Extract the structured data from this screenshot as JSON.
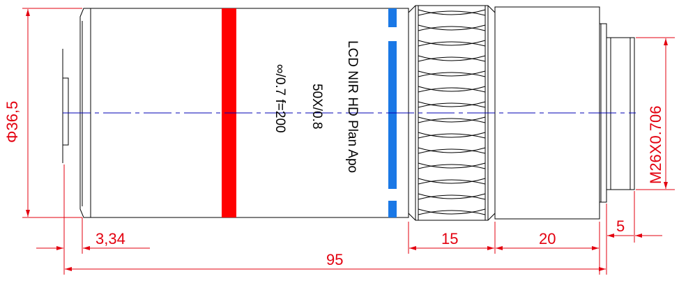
{
  "colors": {
    "dimension": "#e3000f",
    "red_band": "#ff0000",
    "blue_marks": "#1a78e6",
    "centerline": "#0000b4",
    "outline": "#000000"
  },
  "dimensions": {
    "diameter": "Φ36,5",
    "thread": "M26X0.706",
    "offset": "3,34",
    "ring_width": "15",
    "rear_length": "20",
    "thread_length": "5",
    "overall_length": "95"
  },
  "engraving": {
    "line1": "LCD NIR HD Plan Apo",
    "line2": "50X/0.8",
    "line3": "∞/0.7  f=200"
  }
}
